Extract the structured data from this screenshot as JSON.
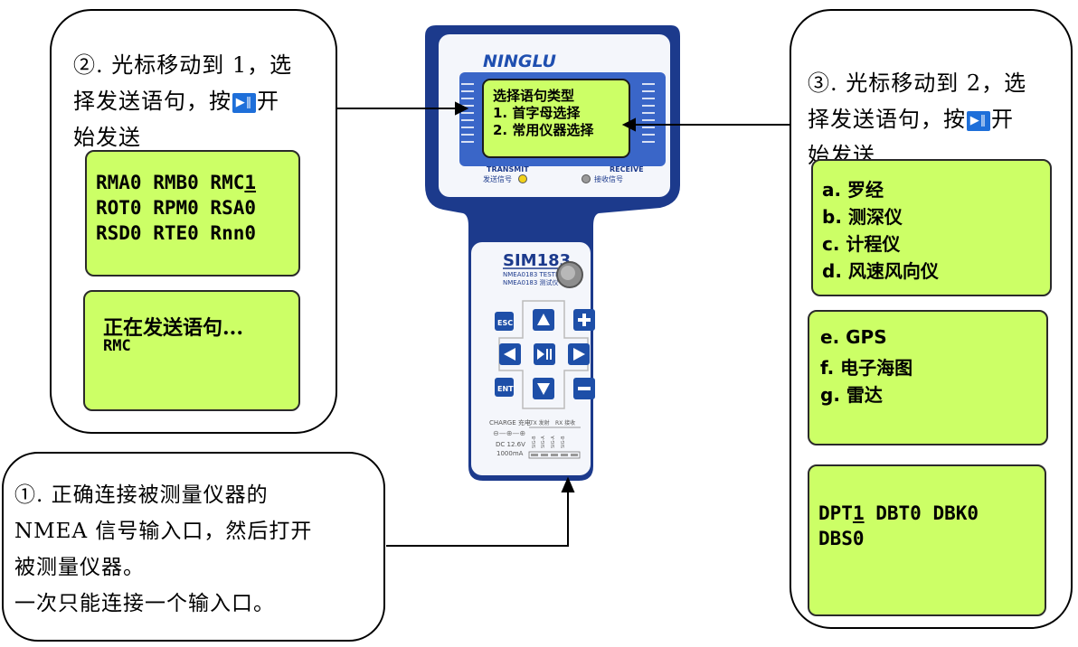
{
  "step2": {
    "line1": "②. 光标移动到 1，选",
    "line2_a": "择发送语句，按",
    "line2_b": "开",
    "line3": "始发送",
    "icon": "play-pause-icon"
  },
  "step3": {
    "line1": "③. 光标移动到 2，选",
    "line2_a": "择发送语句，按",
    "line2_b": "开",
    "line3": "始发送",
    "icon": "play-pause-icon"
  },
  "step1": {
    "line1": "①. 正确连接被测量仪器的",
    "line2": "NMEA 信号输入口，然后打开",
    "line3": "被测量仪器。",
    "line4": "一次只能连接一个输入口。"
  },
  "lcd_left_top": {
    "row1": "RMA0 RMB0 RMC",
    "row1_cursor": "1",
    "row2": "ROT0 RPM0 RSA0",
    "row3": "RSD0 RTE0 Rnn0"
  },
  "lcd_left_bottom": {
    "title": "正在发送语句...",
    "value": "RMC"
  },
  "lcd_right_1": {
    "items": [
      "a. 罗经",
      "b. 测深仪",
      "c. 计程仪",
      "d. 风速风向仪"
    ]
  },
  "lcd_right_2": {
    "items": [
      "e. GPS",
      "f. 电子海图",
      "g. 雷达"
    ]
  },
  "lcd_right_3": {
    "row1": "DPT",
    "row1_cursor": "1",
    "row1_rest": " DBT0 DBK0",
    "row2": "DBS0"
  },
  "device": {
    "brand": "NINGLU",
    "screen_line1": "选择语句类型",
    "screen_line2": "1. 首字母选择",
    "screen_line3": "2. 常用仪器选择",
    "transmit_label": "TRANSMIT",
    "transmit_cn": "发送信号",
    "receive_label": "RECEIVE",
    "receive_cn": "接收信号",
    "model": "SIM183",
    "model_sub1": "NMEA0183  TESTER",
    "model_sub2": "NMEA0183  测试仪",
    "key_esc": "ESC",
    "key_ent": "ENT",
    "charge_label": "CHARGE  充电",
    "dc_label": "DC 12.6V",
    "ma_label": "1000mA",
    "tx_label": "TX 发射",
    "rx_label": "RX 接收",
    "sig_b": "SIG-B",
    "sig_a": "SIG-A",
    "colors": {
      "body": "#1c3a8c",
      "lcd": "#ccff66",
      "key": "#1e4fa8",
      "bezel": "#3a66c8"
    }
  }
}
